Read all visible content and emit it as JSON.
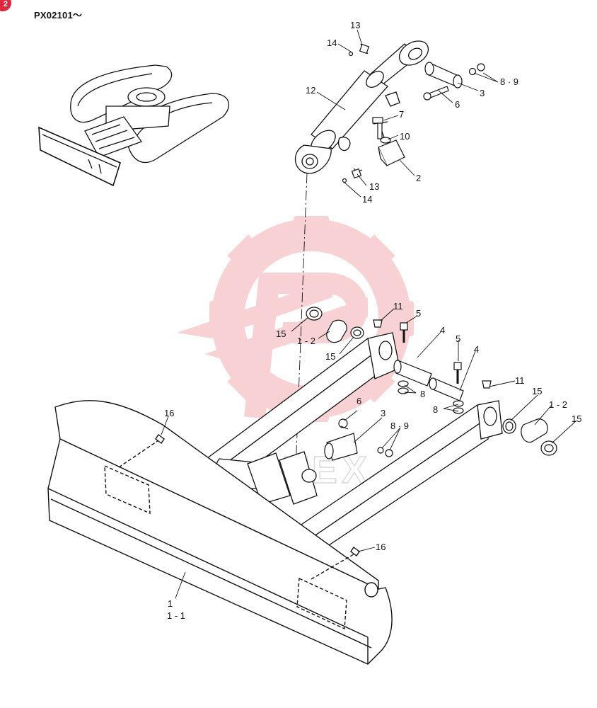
{
  "header": {
    "serial_range": "PX02101～",
    "corner_badge": "2"
  },
  "watermark": {
    "text": "ИНТЕХ",
    "gear_color": "#f6c9cc"
  },
  "callouts": [
    {
      "id": "13-top",
      "label": "13"
    },
    {
      "id": "14-top",
      "label": "14"
    },
    {
      "id": "12",
      "label": "12"
    },
    {
      "id": "8-9-top",
      "label": "8 · 9"
    },
    {
      "id": "3-top",
      "label": "3"
    },
    {
      "id": "6-top",
      "label": "6"
    },
    {
      "id": "7",
      "label": "7"
    },
    {
      "id": "10",
      "label": "10"
    },
    {
      "id": "2",
      "label": "2"
    },
    {
      "id": "13-bottom",
      "label": "13"
    },
    {
      "id": "14-bottom",
      "label": "14"
    },
    {
      "id": "11-left",
      "label": "11"
    },
    {
      "id": "5-left",
      "label": "5"
    },
    {
      "id": "15-upper",
      "label": "15"
    },
    {
      "id": "1-2-left",
      "label": "1 - 2"
    },
    {
      "id": "15-left-lower",
      "label": "15"
    },
    {
      "id": "4-left",
      "label": "4"
    },
    {
      "id": "5-right",
      "label": "5"
    },
    {
      "id": "4-right",
      "label": "4"
    },
    {
      "id": "11-right",
      "label": "11"
    },
    {
      "id": "8-mid",
      "label": "8"
    },
    {
      "id": "8-right",
      "label": "8"
    },
    {
      "id": "15-right-a",
      "label": "15"
    },
    {
      "id": "1-2-right",
      "label": "1 - 2"
    },
    {
      "id": "15-right-b",
      "label": "15"
    },
    {
      "id": "16-left",
      "label": "16"
    },
    {
      "id": "6-bottom",
      "label": "6"
    },
    {
      "id": "3-bottom",
      "label": "3"
    },
    {
      "id": "8-9-bottom",
      "label": "8 · 9"
    },
    {
      "id": "16-right",
      "label": "16"
    },
    {
      "id": "1",
      "label": "1"
    },
    {
      "id": "1-1",
      "label": "1 - 1"
    }
  ]
}
